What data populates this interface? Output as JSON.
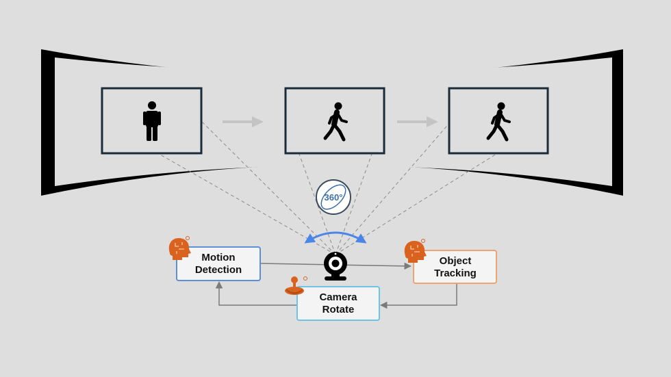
{
  "nodes": {
    "motion_detection": {
      "line1": "Motion",
      "line2": "Detection"
    },
    "object_tracking": {
      "line1": "Object",
      "line2": "Tracking"
    },
    "camera_rotate": {
      "line1": "Camera",
      "line2": "Rotate"
    }
  },
  "rotation_badge": {
    "label": "360°"
  },
  "colors": {
    "background": "#dedede",
    "screen_border": "#000000",
    "frame_border": "#1a2b3a",
    "motion_box": "#5b8fd6",
    "tracking_box": "#f0a26f",
    "rotate_box": "#6fc3e6",
    "ai_icon": "#d9621f",
    "arc_blue": "#4a86e8",
    "badge_blue": "#3a6ea8"
  },
  "icons": [
    "person-standing-icon",
    "person-walking-icon",
    "webcam-icon",
    "ai-head-icon",
    "joystick-icon",
    "rotate-360-icon"
  ]
}
